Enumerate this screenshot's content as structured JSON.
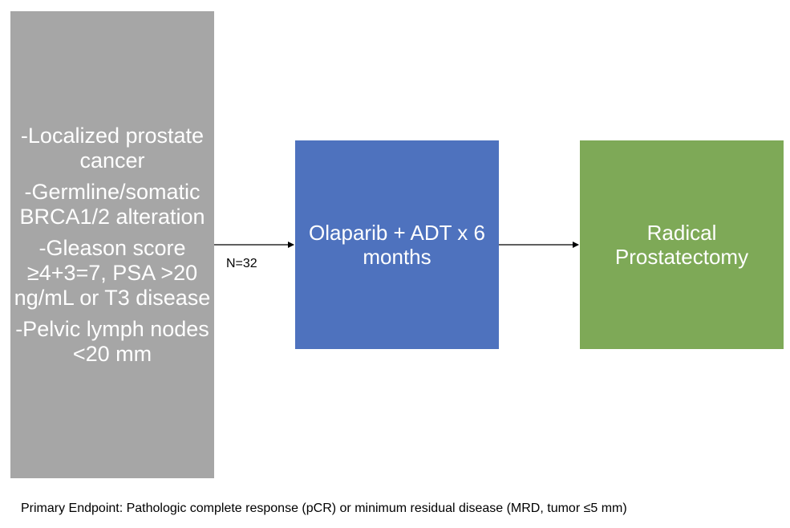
{
  "diagram": {
    "eligibility": {
      "criteria": [
        "-Localized prostate cancer",
        "-Germline/somatic BRCA1/2 alteration",
        "-Gleason score ≥4+3=7, PSA >20 ng/mL or T3 disease",
        "-Pelvic lymph nodes <20 mm"
      ],
      "color": "#a6a6a6"
    },
    "enrollment_label": "N=32",
    "treatment": {
      "label": "Olaparib + ADT x 6 months",
      "color": "#4e72be"
    },
    "surgery": {
      "label": "Radical Prostatectomy",
      "color": "#7ea957"
    },
    "footnote": "Primary Endpoint: Pathologic complete response (pCR) or minimum residual disease (MRD, tumor ≤5 mm)"
  }
}
